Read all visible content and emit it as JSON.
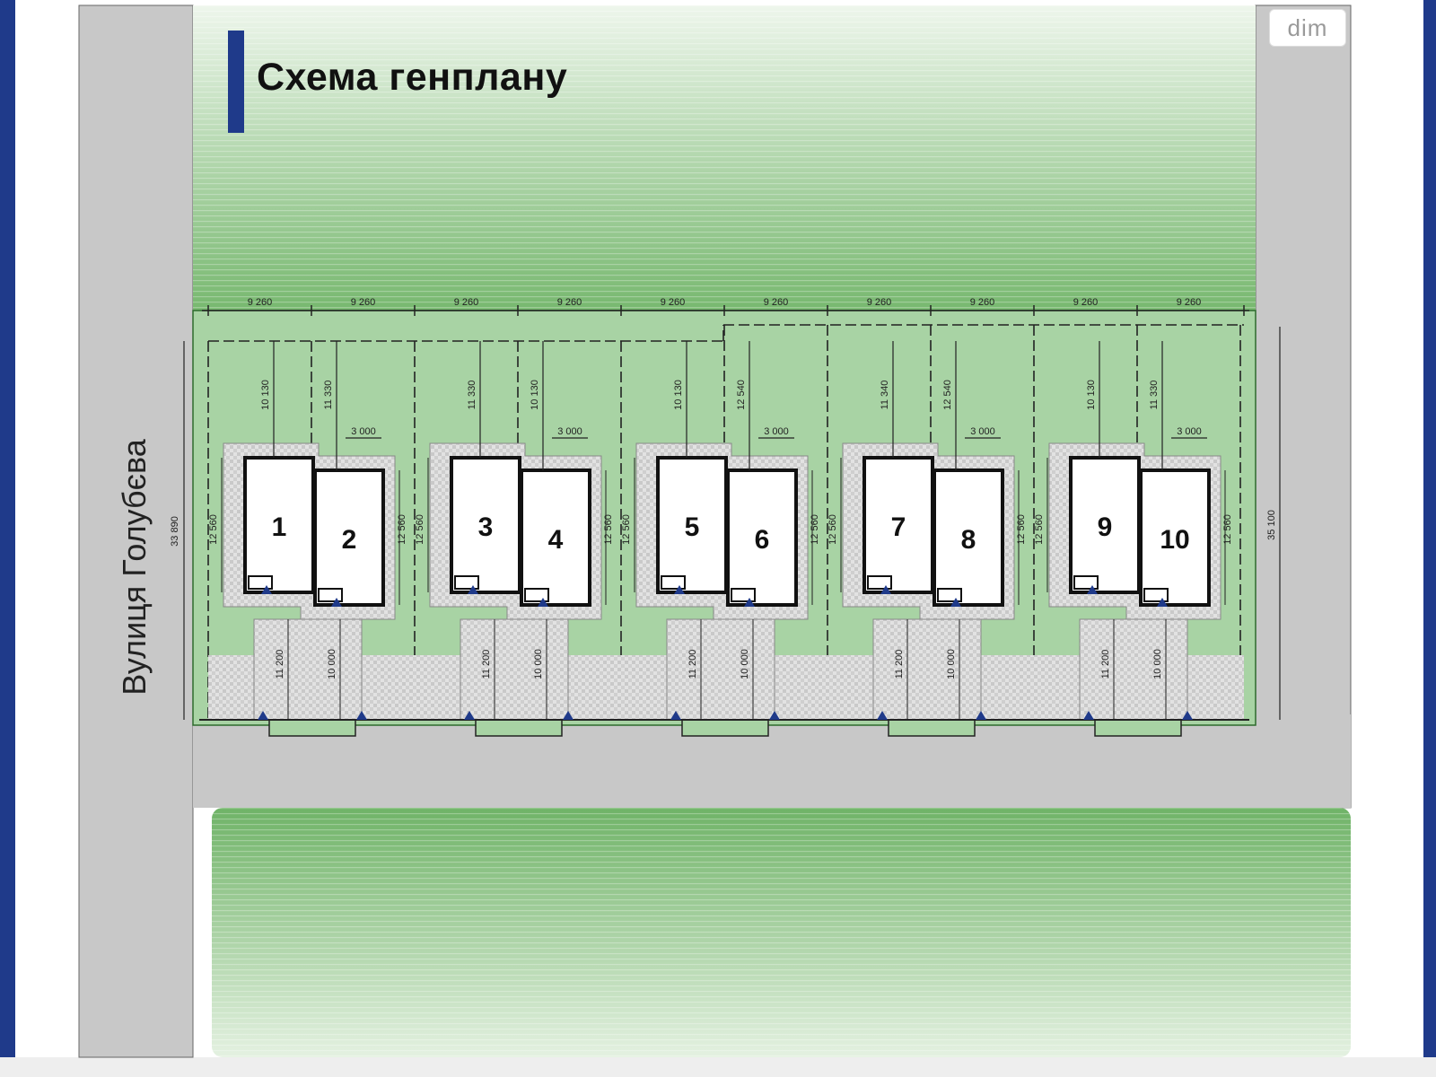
{
  "title": "Схема генплану",
  "street": "Вулиця Голубєва",
  "watermark": "dim",
  "plot_widths": [
    "9 260",
    "9 260",
    "9 260",
    "9 260",
    "9 260",
    "9 260",
    "9 260",
    "9 260",
    "9 260",
    "9 260"
  ],
  "side_dims": {
    "left": "33 890",
    "right": "35 100"
  },
  "houses": [
    "1",
    "2",
    "3",
    "4",
    "5",
    "6",
    "7",
    "8",
    "9",
    "10"
  ],
  "house_depth_labels": [
    "10 130",
    "11 330",
    "11 330",
    "10 130",
    "10 130",
    "12 540",
    "11 340",
    "12 540"
  ],
  "setback_label": "3 000",
  "house_side_label": "12 560",
  "driveway_labels": [
    "11 200",
    "10 000"
  ],
  "colors": {
    "accent": "#1f3a8a",
    "lawn": "#a8d3a4",
    "road": "#c8c8c8",
    "paving": "#dcdcdc"
  }
}
